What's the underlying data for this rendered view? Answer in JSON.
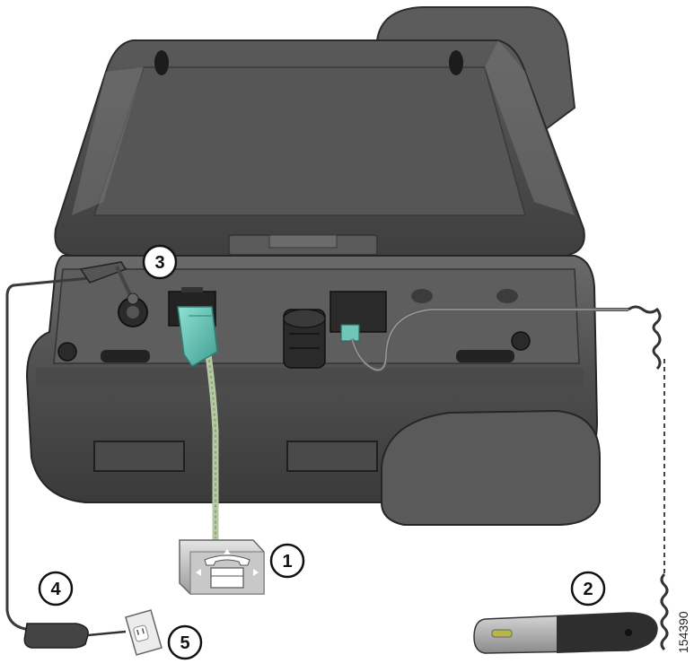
{
  "callouts": [
    {
      "id": "callout-1",
      "label": "1"
    },
    {
      "id": "callout-2",
      "label": "2"
    },
    {
      "id": "callout-3",
      "label": "3"
    },
    {
      "id": "callout-4",
      "label": "4"
    },
    {
      "id": "callout-5",
      "label": "5"
    }
  ],
  "figure_id": "154390",
  "colors": {
    "phone_body": "#4c4c4c",
    "phone_dark": "#2e2e2e",
    "phone_light": "#7a7a7a",
    "network_cable": "#b7c9a3",
    "rj45_plug": "#6fc5b8",
    "cord": "#333333"
  }
}
